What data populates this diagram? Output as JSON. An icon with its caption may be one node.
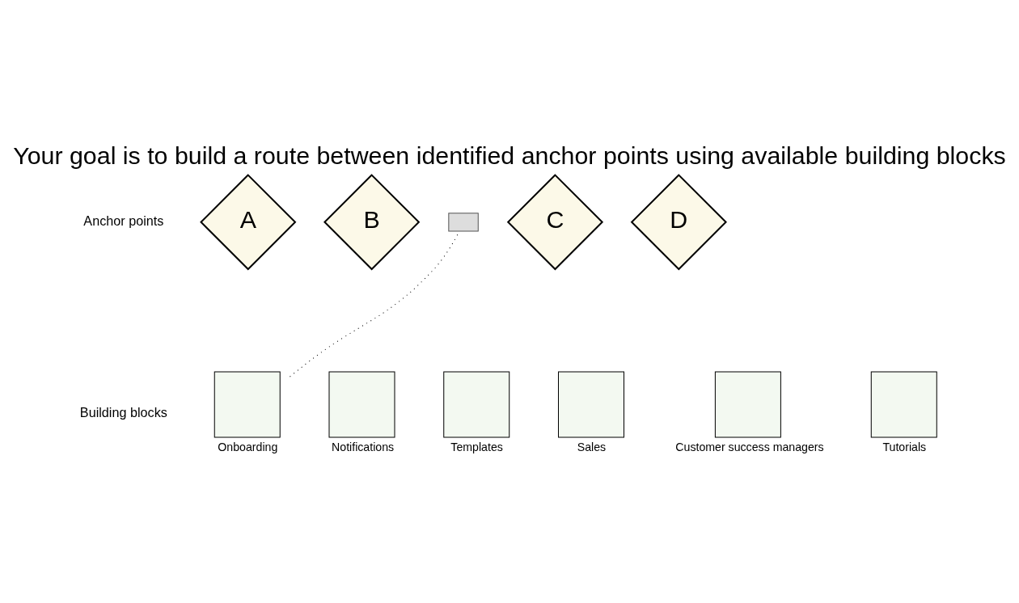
{
  "diagram": {
    "title": "Your goal is to build a route between identified anchor points using available building blocks",
    "nodes": [
      {
        "text": [
          "A"
        ]
      },
      {
        "text": [
          "B"
        ]
      },
      {
        "text": [
          "C"
        ]
      },
      {
        "text": [
          "D"
        ]
      },
      {
        "text": [],
        "shape": "box"
      },
      {
        "text": [],
        "shape": "box",
        "beside": [
          "Onboarding"
        ]
      },
      {
        "text": [],
        "shape": "box",
        "beside": [
          "Notifications"
        ]
      },
      {
        "text": [],
        "shape": "box",
        "beside": [
          "Templates"
        ]
      },
      {
        "text": [],
        "shape": "box",
        "beside": [
          "Sales"
        ]
      },
      {
        "text": [],
        "shape": "box",
        "beside": [
          "Customer success managers"
        ]
      },
      {
        "text": [],
        "shape": "box",
        "beside": [
          "Tutorials"
        ]
      }
    ],
    "edges": [
      {
        "from": 5,
        "to": 4,
        "arrow": "none",
        "style": "dashed"
      }
    ],
    "labels": [
      "Anchor points",
      "Building blocks"
    ]
  }
}
